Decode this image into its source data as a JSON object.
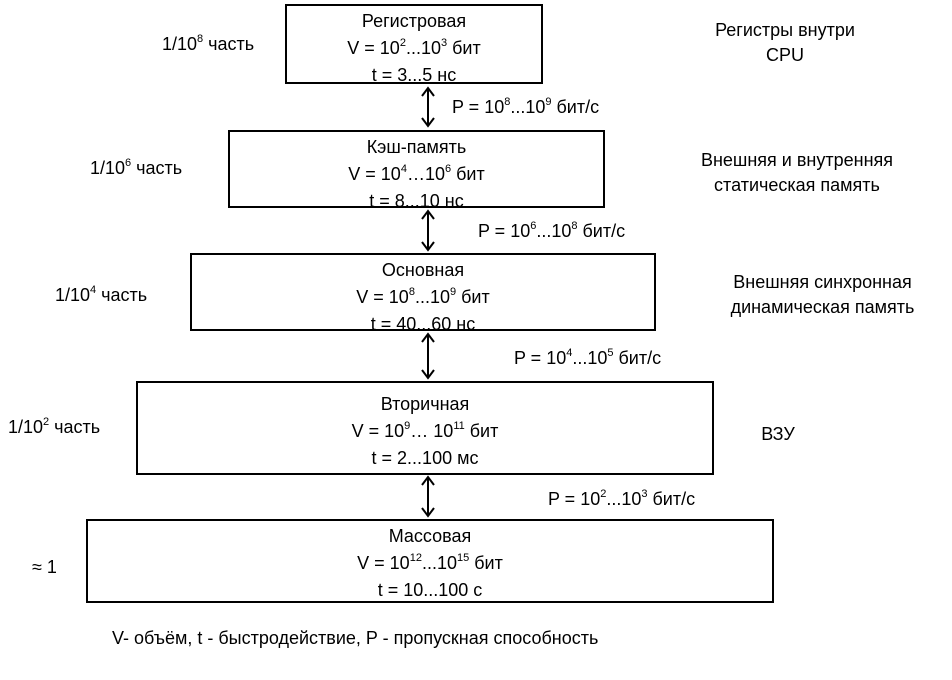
{
  "levels": [
    {
      "name": "Регистровая",
      "volume": {
        "prefix": "V = 10",
        "exp1": "2",
        "mid": "...10",
        "exp2": "3",
        "unit": " бит"
      },
      "time": "t = 3...5 нс",
      "fraction": {
        "base": "1/10",
        "exp": "8",
        "suffix": " часть"
      },
      "description": [
        "Регистры внутри",
        "CPU"
      ]
    },
    {
      "name": "Кэш-память",
      "volume": {
        "prefix": "V = 10",
        "exp1": "4",
        "mid": "…10",
        "exp2": "6",
        "unit": " бит"
      },
      "time": "t = 8...10 нс",
      "fraction": {
        "base": "1/10",
        "exp": "6",
        "suffix": " часть"
      },
      "description": [
        "Внешняя и внутренняя",
        "статическая память"
      ]
    },
    {
      "name": "Основная",
      "volume": {
        "prefix": "V = 10",
        "exp1": "8",
        "mid": "...10",
        "exp2": "9",
        "unit": " бит"
      },
      "time": "t = 40...60 нс",
      "fraction": {
        "base": "1/10",
        "exp": "4",
        "suffix": " часть"
      },
      "description": [
        "Внешняя синхронная",
        "динамическая память"
      ]
    },
    {
      "name": "Вторичная",
      "volume": {
        "prefix": "V = 10",
        "exp1": "9",
        "mid": "… 10",
        "exp2": "11",
        "unit": " бит"
      },
      "time": "t = 2...100 мс",
      "fraction": {
        "base": "1/10",
        "exp": "2",
        "suffix": " часть"
      },
      "description": [
        "ВЗУ"
      ]
    },
    {
      "name": "Массовая",
      "volume": {
        "prefix": "V = 10",
        "exp1": "12",
        "mid": "...10",
        "exp2": "15",
        "unit": " бит"
      },
      "time": "t = 10...100 с",
      "fraction": {
        "base": "≈ 1",
        "exp": "",
        "suffix": ""
      },
      "description": []
    }
  ],
  "rates": [
    {
      "prefix": "P = 10",
      "exp1": "8",
      "mid": "...10",
      "exp2": "9",
      "unit": " бит/с"
    },
    {
      "prefix": "P = 10",
      "exp1": "6",
      "mid": "...10",
      "exp2": "8",
      "unit": " бит/с"
    },
    {
      "prefix": "P = 10",
      "exp1": "4",
      "mid": "...10",
      "exp2": "5",
      "unit": " бит/с"
    },
    {
      "prefix": "P = 10",
      "exp1": "2",
      "mid": "...10",
      "exp2": "3",
      "unit": " бит/с"
    }
  ],
  "legend": "V- объём, t - быстродействие, P - пропускная способность"
}
